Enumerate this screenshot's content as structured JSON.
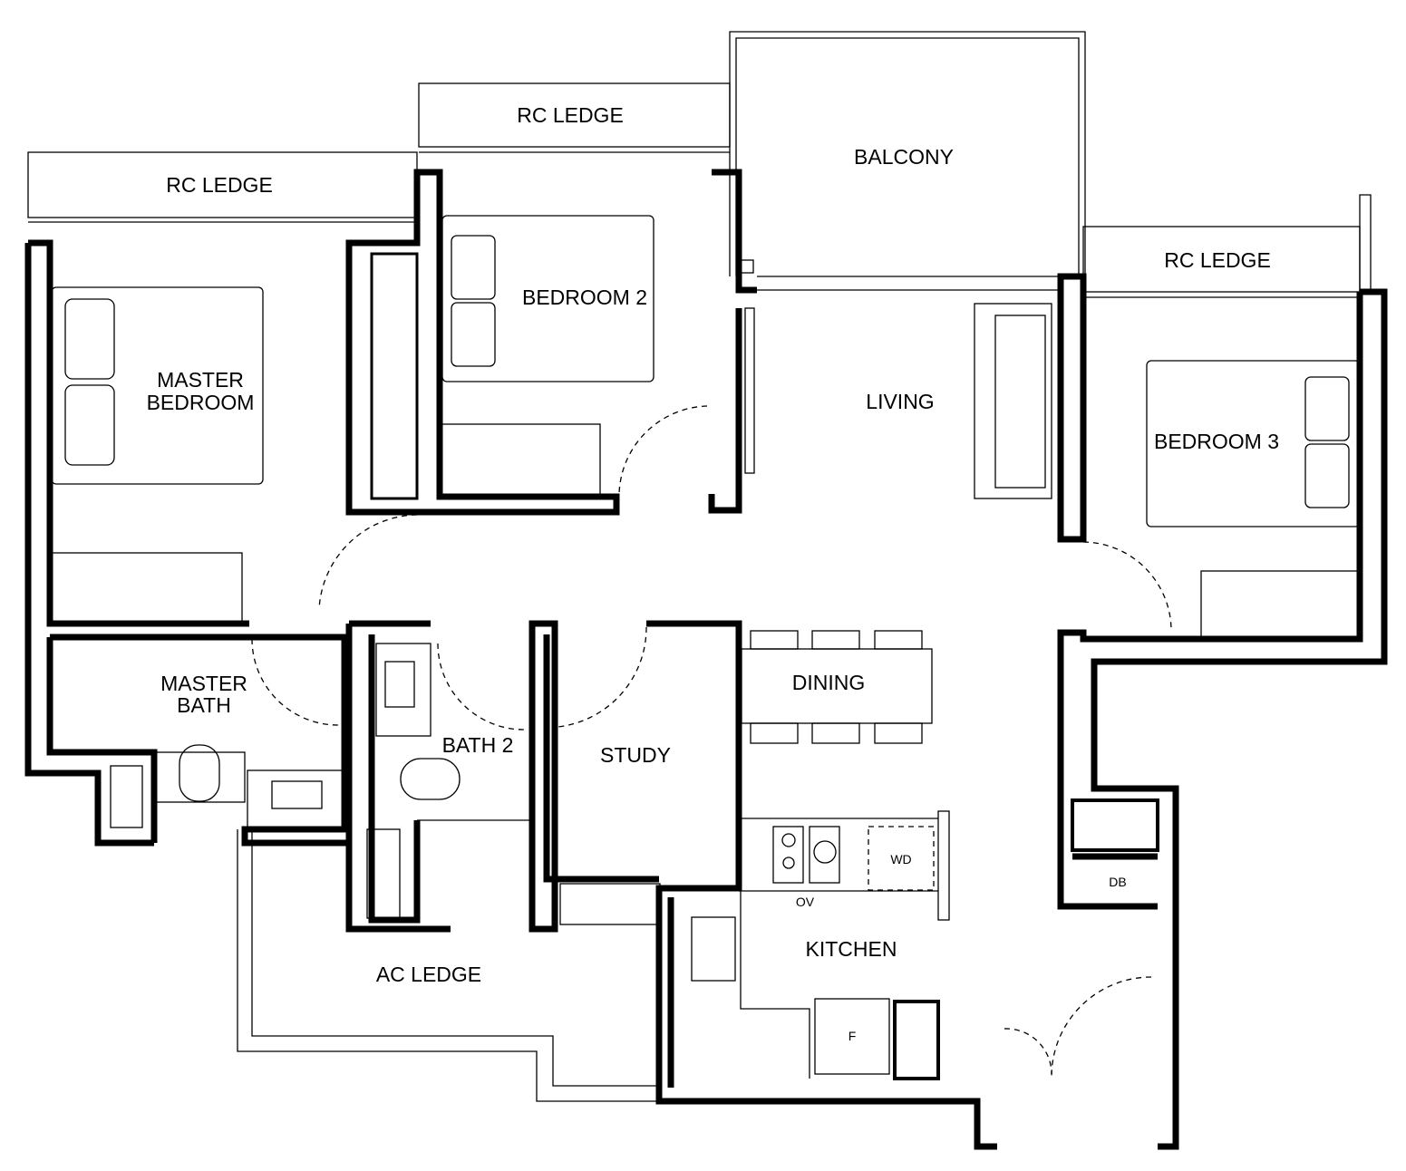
{
  "rooms": {
    "rc_ledge_left": "RC LEDGE",
    "rc_ledge_mid": "RC LEDGE",
    "balcony": "BALCONY",
    "rc_ledge_right": "RC LEDGE",
    "master_bedroom_1": "MASTER",
    "master_bedroom_2": "BEDROOM",
    "bedroom_2": "BEDROOM 2",
    "living": "LIVING",
    "bedroom_3": "BEDROOM 3",
    "master_bath_1": "MASTER",
    "master_bath_2": "BATH",
    "bath_2": "BATH 2",
    "study": "STUDY",
    "dining": "DINING",
    "kitchen": "KITCHEN",
    "ac_ledge": "AC LEDGE"
  },
  "fixtures": {
    "washer_dryer": "WD",
    "oven": "OV",
    "distribution_board": "DB",
    "fridge": "F"
  }
}
